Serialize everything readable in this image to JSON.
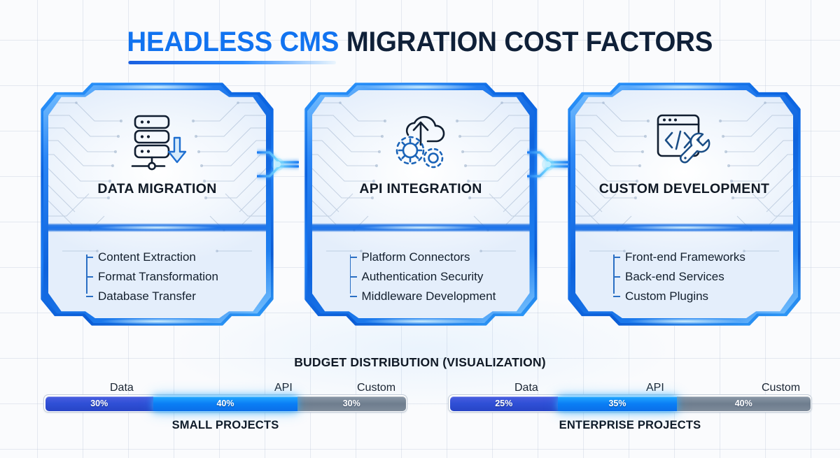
{
  "title": {
    "highlight": "HEADLESS CMS",
    "rest": " MIGRATION COST FACTORS"
  },
  "colors": {
    "accent_blue": "#1173f0",
    "dark_navy": "#0f2038",
    "frame_blue": "#0a62df",
    "seg_data": "#2f4fd6",
    "seg_api": "#0a7ef5",
    "seg_custom": "#6e7d8e"
  },
  "cards": [
    {
      "id": "data-migration",
      "title": "DATA MIGRATION",
      "icon": "database-download-icon",
      "items": [
        "Content Extraction",
        "Format Transformation",
        "Database Transfer"
      ]
    },
    {
      "id": "api-integration",
      "title": "API INTEGRATION",
      "icon": "cloud-gears-upload-icon",
      "items": [
        "Platform Connectors",
        "Authentication Security",
        "Middleware Development"
      ]
    },
    {
      "id": "custom-development",
      "title": "CUSTOM DEVELOPMENT",
      "icon": "code-window-wrench-icon",
      "items": [
        "Front-end Frameworks",
        "Back-end Services",
        "Custom Plugins"
      ]
    }
  ],
  "budget": {
    "heading": "BUDGET DISTRIBUTION (VISUALIZATION)",
    "category_labels": [
      "Data",
      "API",
      "Custom"
    ]
  },
  "chart_data": {
    "type": "bar",
    "title": "BUDGET DISTRIBUTION (VISUALIZATION)",
    "orientation": "horizontal-stacked-100",
    "categories": [
      "Data",
      "API",
      "Custom"
    ],
    "unit": "%",
    "series": [
      {
        "name": "SMALL PROJECTS",
        "values": [
          30,
          40,
          30
        ],
        "labels": [
          "30%",
          "40%",
          "30%"
        ]
      },
      {
        "name": "ENTERPRISE PROJECTS",
        "values": [
          25,
          35,
          40
        ],
        "labels": [
          "25%",
          "35%",
          "40%"
        ]
      }
    ],
    "legend_position": "above-bar",
    "grid": false,
    "ylim": [
      0,
      100
    ],
    "xlabel": "",
    "ylabel": ""
  }
}
